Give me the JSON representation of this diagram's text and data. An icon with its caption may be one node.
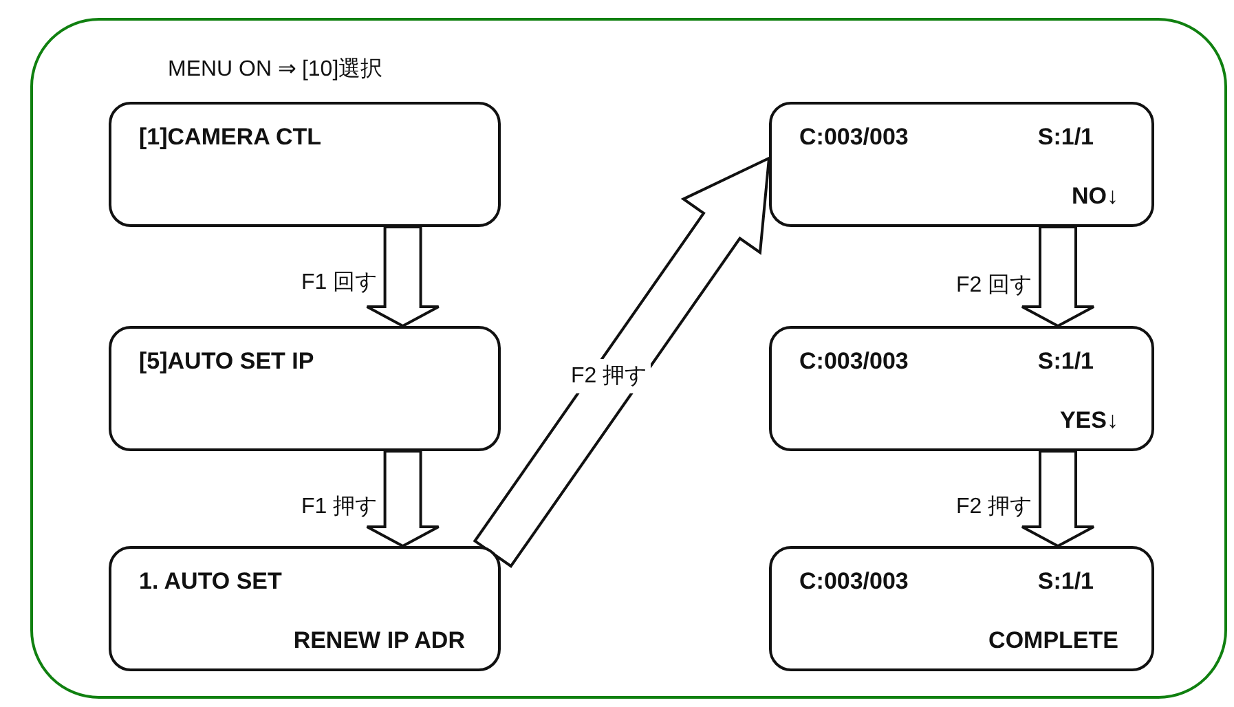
{
  "diagram": {
    "nodes": [
      {
        "text": [
          "MENU ON ⇒ [10]選択"
        ]
      },
      {
        "text": [
          "[1]CAMERA CTL"
        ],
        "in": 0
      },
      {
        "text": [
          "[5]AUTO SET IP"
        ],
        "in": 0
      },
      {
        "text": [
          "1. AUTO SET",
          "RENEW IP ADR"
        ],
        "in": 0
      },
      {
        "text": [
          "C:003/003",
          "S:1/1",
          "NO↓"
        ],
        "in": 0
      },
      {
        "text": [
          "C:003/003",
          "S:1/1",
          "YES↓"
        ],
        "in": 0
      },
      {
        "text": [
          "C:003/003",
          "S:1/1",
          "COMPLETE"
        ],
        "in": 0
      }
    ],
    "edges": [
      {
        "from": 1,
        "to": 2,
        "arrow": "to",
        "label": "F1 回す"
      },
      {
        "from": 2,
        "to": 3,
        "arrow": "to",
        "label": "F1 押す"
      },
      {
        "from": 3,
        "to": 4,
        "arrow": "to",
        "label": "F2 押す"
      },
      {
        "from": 4,
        "to": 5,
        "arrow": "to",
        "label": "F2 回す"
      },
      {
        "from": 5,
        "to": 6,
        "arrow": "to",
        "label": "F2 押す"
      }
    ]
  }
}
